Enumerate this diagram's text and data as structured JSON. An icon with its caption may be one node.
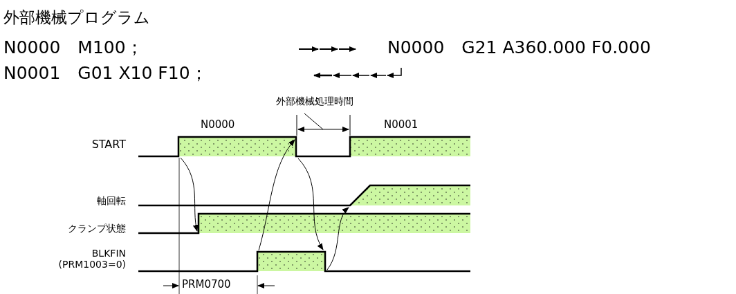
{
  "diagram": {
    "labels": [
      "外部機械プログラム",
      "N0000　M100；",
      "N0001　G01 X10 F10；",
      "N0000　G21 A360.000 F0.000",
      "外部機械処理時間",
      "N0000",
      "N0001",
      "START",
      "軸回転",
      "クランプ状態",
      "BLKFIN (PRM1003=0)",
      "PRM0700"
    ]
  }
}
